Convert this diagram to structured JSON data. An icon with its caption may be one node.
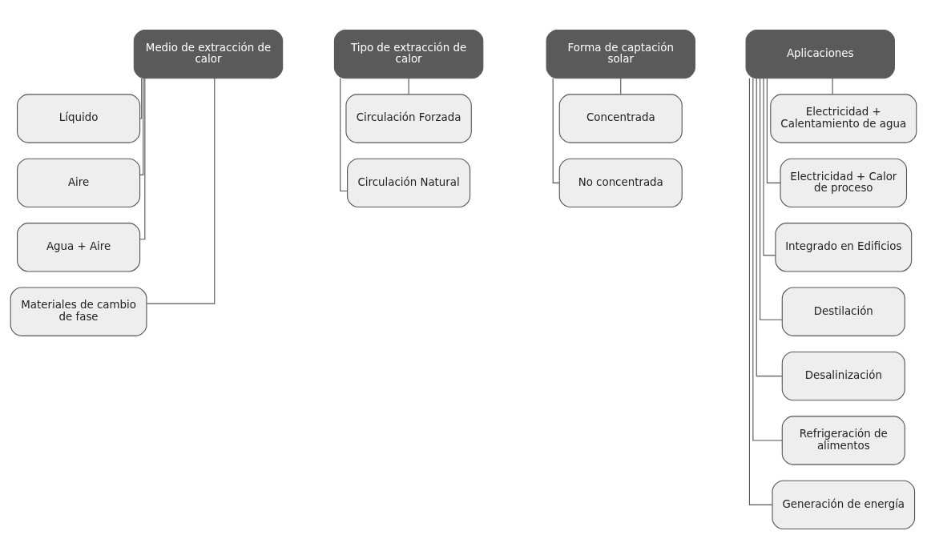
{
  "diagram": {
    "nodes": [
      {
        "text": [
          "Medio de extracción de calor"
        ]
      },
      {
        "text": [
          "Líquido"
        ]
      },
      {
        "text": [
          "Aire"
        ]
      },
      {
        "text": [
          "Agua + Aire"
        ]
      },
      {
        "text": [
          "Materiales de cambio de fase"
        ]
      },
      {
        "text": [
          "Tipo de extracción de calor"
        ]
      },
      {
        "text": [
          "Circulación Forzada"
        ]
      },
      {
        "text": [
          "Circulación Natural"
        ]
      },
      {
        "text": [
          "Forma de captación solar"
        ]
      },
      {
        "text": [
          "Concentrada"
        ]
      },
      {
        "text": [
          "No concentrada"
        ]
      },
      {
        "text": [
          "Aplicaciones"
        ]
      },
      {
        "text": [
          "Electricidad + Calentamiento de agua"
        ]
      },
      {
        "text": [
          "Electricidad + Calor de proceso"
        ]
      },
      {
        "text": [
          "Integrado en Edificios"
        ]
      },
      {
        "text": [
          "Destilación"
        ]
      },
      {
        "text": [
          "Desalinización"
        ]
      },
      {
        "text": [
          "Refrigeración de alimentos"
        ]
      },
      {
        "text": [
          "Generación de energía"
        ]
      }
    ],
    "edges": [
      {
        "from": 0,
        "to": 1,
        "arrow": "none"
      },
      {
        "from": 0,
        "to": 2,
        "arrow": "none"
      },
      {
        "from": 0,
        "to": 3,
        "arrow": "none"
      },
      {
        "from": 0,
        "to": 4,
        "arrow": "none"
      },
      {
        "from": 5,
        "to": 6,
        "arrow": "none"
      },
      {
        "from": 5,
        "to": 7,
        "arrow": "none"
      },
      {
        "from": 8,
        "to": 9,
        "arrow": "none"
      },
      {
        "from": 8,
        "to": 10,
        "arrow": "none"
      },
      {
        "from": 11,
        "to": 12,
        "arrow": "none"
      },
      {
        "from": 11,
        "to": 13,
        "arrow": "none"
      },
      {
        "from": 11,
        "to": 14,
        "arrow": "none"
      },
      {
        "from": 11,
        "to": 15,
        "arrow": "none"
      },
      {
        "from": 11,
        "to": 16,
        "arrow": "none"
      },
      {
        "from": 11,
        "to": 17,
        "arrow": "none"
      },
      {
        "from": 11,
        "to": 18,
        "arrow": "none"
      }
    ]
  }
}
